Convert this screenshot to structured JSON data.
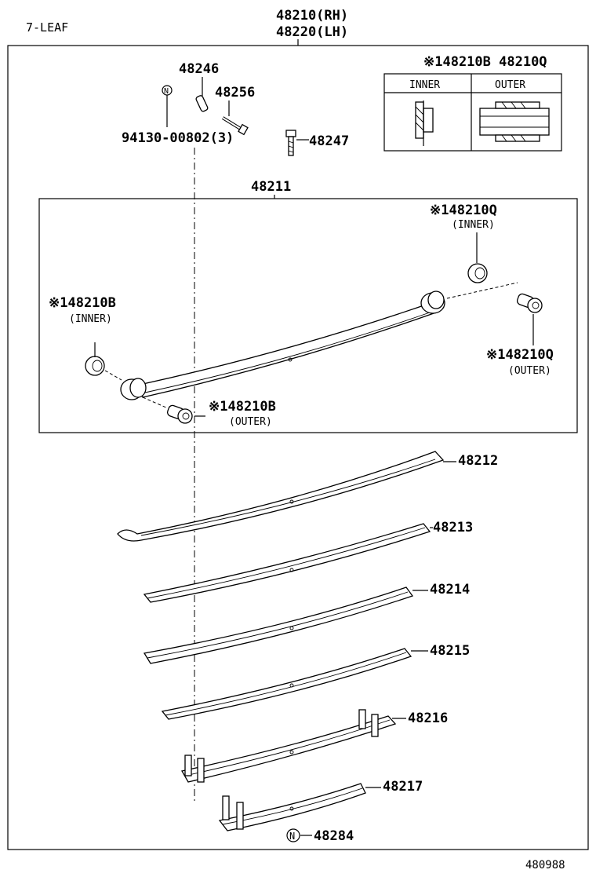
{
  "header": {
    "variant": "7-LEAF",
    "assembly_rh": "48210(RH)",
    "assembly_lh": "48220(LH)"
  },
  "bushing_table": {
    "title": "※148210B 48210Q",
    "col_inner": "INNER",
    "col_outer": "OUTER"
  },
  "hardware": {
    "pin": "48246",
    "bolt": "48256",
    "nut": "94130-00802(3)",
    "center_bolt": "48247",
    "n_mark": "N"
  },
  "leaf_assembly": {
    "label": "48211"
  },
  "bushings": {
    "left_inner_pn": "※148210B",
    "left_inner_pos": "(INNER)",
    "left_outer_pn": "※148210B",
    "left_outer_pos": "(OUTER)",
    "right_inner_pn": "※148210Q",
    "right_inner_pos": "(INNER)",
    "right_outer_pn": "※148210Q",
    "right_outer_pos": "(OUTER)"
  },
  "leaves": [
    {
      "pn": "48212"
    },
    {
      "pn": "48213"
    },
    {
      "pn": "48214"
    },
    {
      "pn": "48215"
    },
    {
      "pn": "48216"
    },
    {
      "pn": "48217"
    }
  ],
  "bottom": {
    "clip_pn": "48284",
    "n_mark": "N"
  },
  "figure_id": "480988"
}
